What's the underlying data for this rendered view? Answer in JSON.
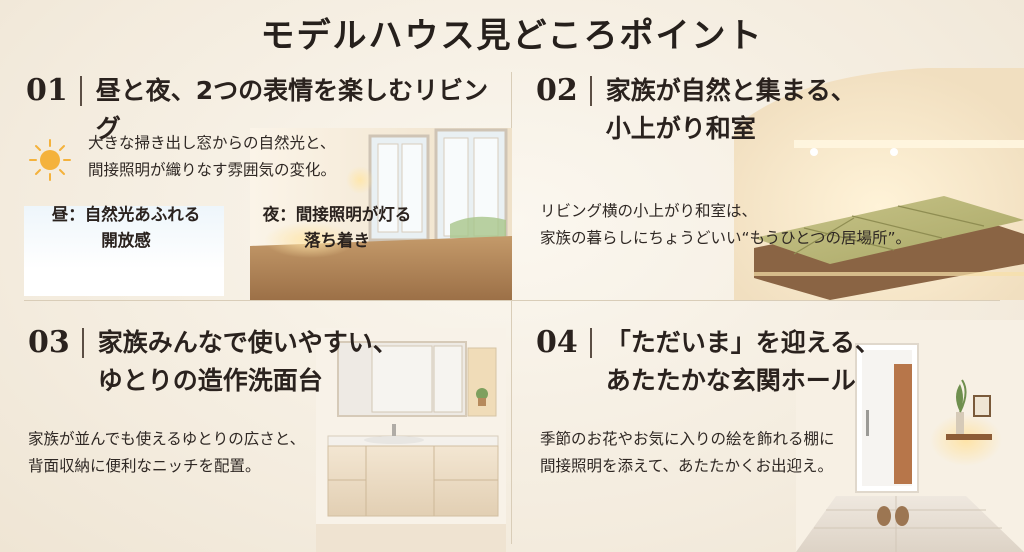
{
  "title": "モデルハウス見どころポイント",
  "points": [
    {
      "number": "01",
      "heading": [
        "昼と夜、2つの表情を楽しむリビング"
      ],
      "body": [
        "大きな掃き出し窓からの自然光と、",
        "間接照明が織りなす雰囲気の変化。"
      ],
      "day_label": [
        "昼：自然光あふれる",
        "開放感"
      ],
      "night_label": [
        "夜：間接照明が灯る",
        "落ち着き"
      ]
    },
    {
      "number": "02",
      "heading": [
        "家族が自然と集まる、",
        "小上がり和室"
      ],
      "body": [
        "リビング横の小上がり和室は、",
        "家族の暮らしにちょうどいい“もうひとつの居場所”。"
      ]
    },
    {
      "number": "03",
      "heading": [
        "家族みんなで使いやすい、",
        "ゆとりの造作洗面台"
      ],
      "body": [
        "家族が並んでも使えるゆとりの広さと、",
        "背面収納に便利なニッチを配置。"
      ]
    },
    {
      "number": "04",
      "heading": [
        "「ただいま」を迎える、",
        "あたたかな玄関ホール"
      ],
      "body": [
        "季節のお花やお気に入りの絵を飾れる棚に",
        "間接照明を添えて、あたたかくお出迎え。"
      ]
    }
  ],
  "colors": {
    "background": "#f5eee2",
    "text": "#2a221e",
    "divider": "#d9cdb8",
    "warm_light": "#f6d9a0"
  },
  "icons": [
    "sun-icon"
  ]
}
